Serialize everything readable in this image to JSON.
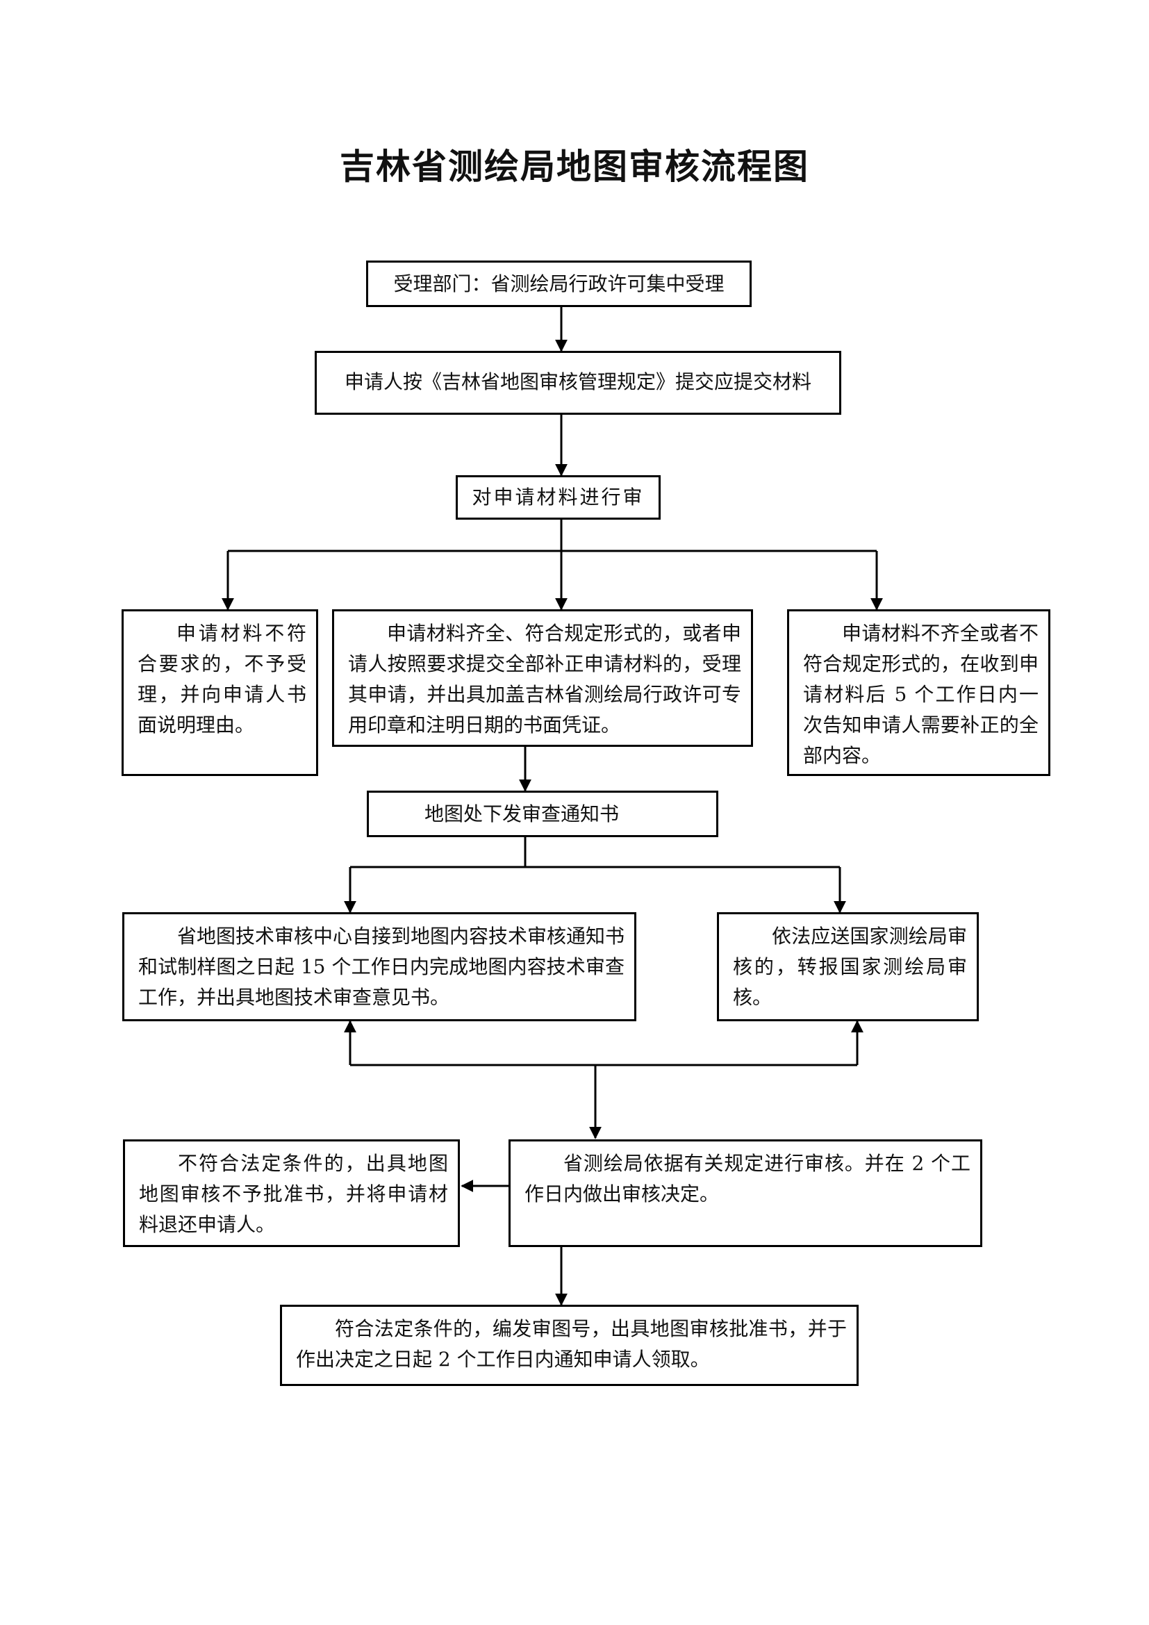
{
  "title": "吉林省测绘局地图审核流程图",
  "nodes": {
    "accept": "受理部门：省测绘局行政许可集中受理",
    "submit": "申请人按《吉林省地图审核管理规定》提交应提交材料",
    "review": "对申请材料进行审",
    "reject_left": "申请材料不符合要求的，不予受理，并向申请人书面说明理由。",
    "accept_mid": "申请材料齐全、符合规定形式的，或者申请人按照要求提交全部补正申请材料的，受理其申请，并出具加盖吉林省测绘局行政许可专用印章和注明日期的书面凭证。",
    "supplement_right": "申请材料不齐全或者不符合规定形式的，在收到申请材料后 5 个工作日内一次告知申请人需要补正的全部内容。",
    "notice": "地图处下发审查通知书",
    "tech_review": "省地图技术审核中心自接到地图内容技术审核通知书和试制样图之日起 15 个工作日内完成地图内容技术审查工作，并出具地图技术审查意见书。",
    "national": "依法应送国家测绘局审核的，转报国家测绘局审核。",
    "not_approved": "不符合法定条件的，出具地图地图审核不予批准书，并将申请材料退还申请人。",
    "bureau_review": "省测绘局依据有关规定进行审核。并在 2 个工作日内做出审核决定。",
    "approved": "符合法定条件的，编发审图号，出具地图审核批准书，并于作出决定之日起 2 个工作日内通知申请人领取。"
  }
}
